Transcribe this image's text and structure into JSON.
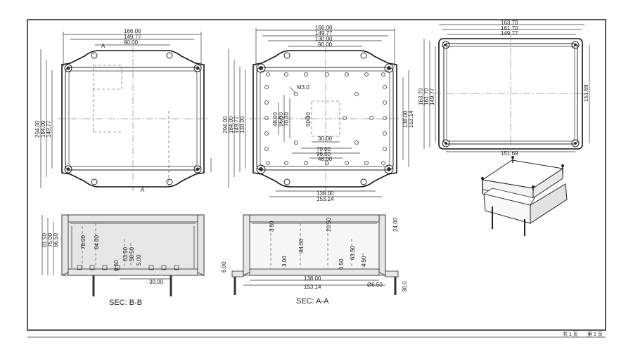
{
  "sheet": {
    "footer_total_pages": "共 1 页",
    "footer_page": "第 1 页"
  },
  "view_front": {
    "width_outer": "166.00",
    "width_inner": "149.77",
    "hole_spacing_x": "90.00",
    "height_outer": "204.00",
    "height_mid": "184.00",
    "height_inner": "149.77",
    "section_mark": "A"
  },
  "view_back": {
    "width_outer": "166.00",
    "width_inner": "149.77",
    "width_holes": "130.00",
    "hole_spacing_x": "90.00",
    "height_outer": "204.00",
    "height_mid": "184.00",
    "height_inner": "149.77",
    "height_holes": "130.00",
    "thread_note": "M3.0",
    "pad_h1": "48.00",
    "pad_h2": "96.00",
    "pad_h3": "70.00",
    "pad_center": "50.00",
    "pad_w_small": "30.00",
    "pad_w1": "70.00",
    "pad_w2": "96.00",
    "pad_w3": "48.00",
    "right_h1": "138.00",
    "right_h2": "153.14",
    "bottom_w1": "138.00",
    "bottom_w2": "153.14"
  },
  "view_lid": {
    "w1": "163.70",
    "w2": "161.70",
    "w3": "149.77",
    "h1": "163.70",
    "h2": "161.70",
    "h3": "149.77",
    "right_h": "151.69",
    "bottom_w": "151.69"
  },
  "section_bb": {
    "title": "SEC: B-B",
    "h_total": "81.50",
    "h_body": "75.00",
    "h_inner": "66.50",
    "d1": "78.00",
    "d2": "84.00",
    "d3": "63.50",
    "d4": "58.50",
    "d5": "5.00",
    "d6": "0.50",
    "boss_spacing": "30.00"
  },
  "section_aa": {
    "title": "SEC: A-A",
    "lip": "3.50",
    "wall": "20.50",
    "right_h": "24.00",
    "left_flange": "6.00",
    "d_rib": "3.00",
    "d_depth": "84.00",
    "d_63": "63.50",
    "d_050": "0.50",
    "d_450": "4.50",
    "w1": "138.00",
    "w2": "153.14",
    "hole_dia": "Ø6.50",
    "screw_len": "30.0"
  }
}
